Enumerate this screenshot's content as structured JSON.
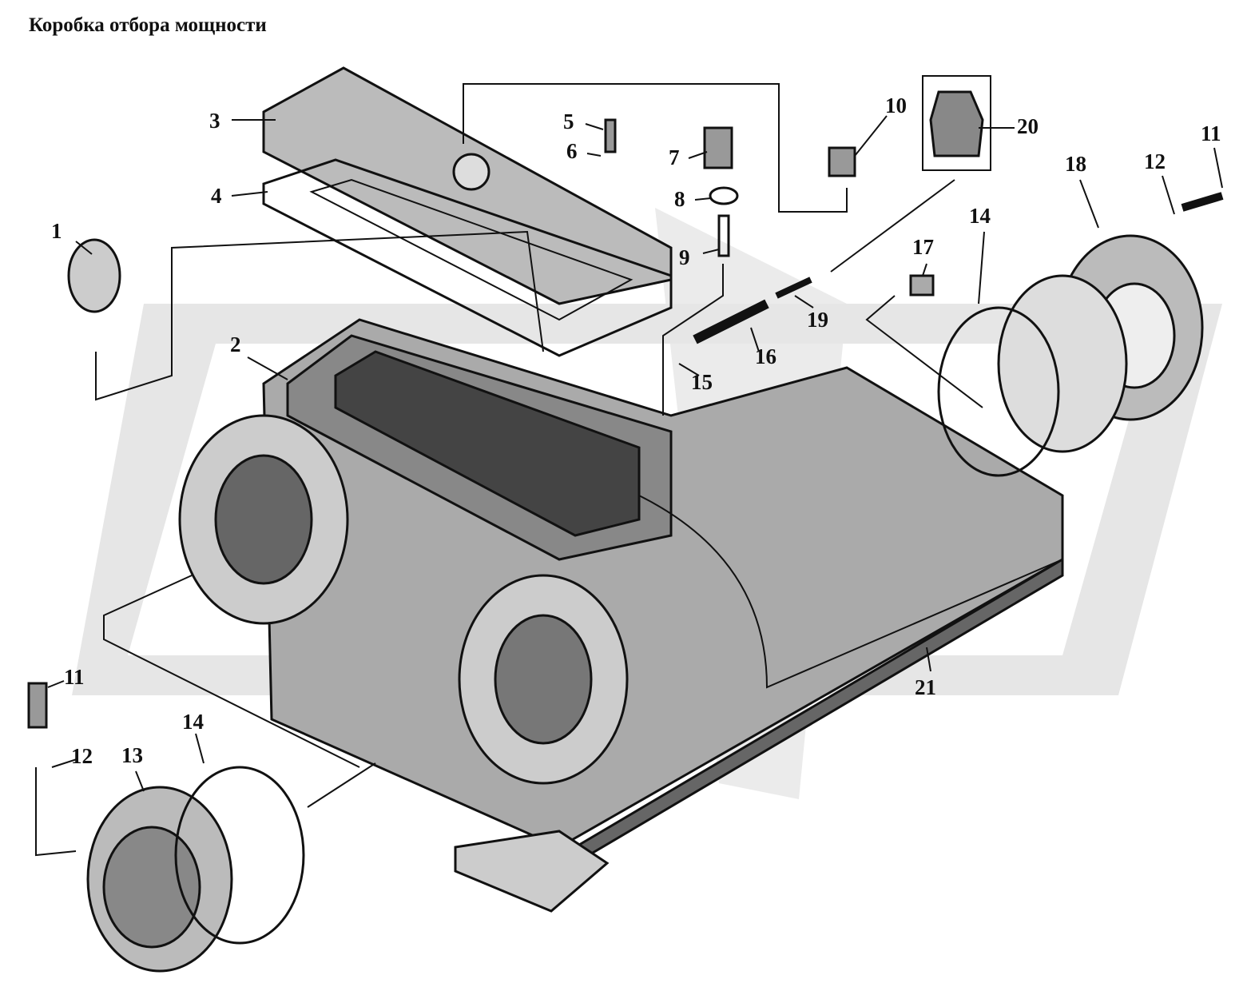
{
  "title": "Коробка отбора мощности",
  "callouts": [
    "1",
    "2",
    "3",
    "4",
    "5",
    "6",
    "7",
    "8",
    "9",
    "10",
    "20",
    "11",
    "12",
    "18",
    "14",
    "17",
    "19",
    "16",
    "15",
    "21",
    "11",
    "12",
    "13",
    "14"
  ]
}
